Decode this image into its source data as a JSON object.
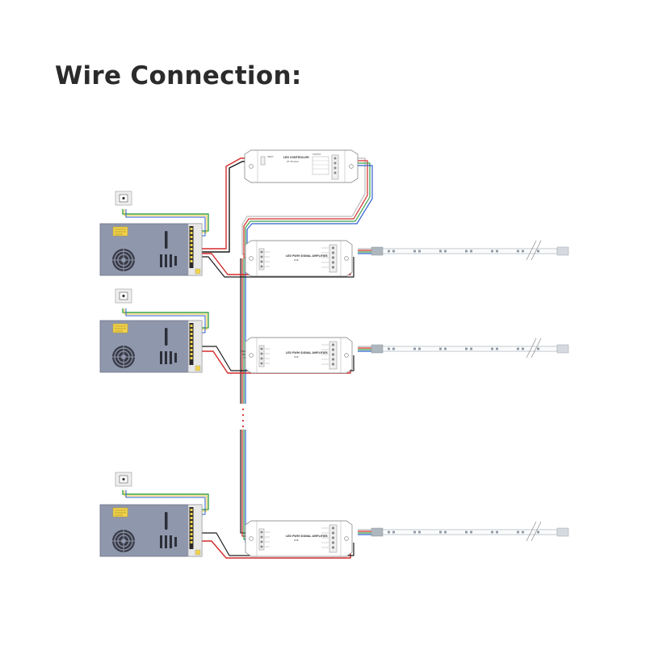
{
  "title": "Wire Connection:",
  "controller": {
    "name": "LED CONTROLLER",
    "subtitle": "RF Wireless",
    "input_label": "INPUT",
    "output_label": "OUTPUT"
  },
  "amplifier": {
    "name": "LED PWM SIGNAL AMPLIFIER",
    "model": "RGB"
  },
  "colors": {
    "psu_body": "#8f97ad",
    "psu_label": "#f2d34a",
    "wire_red": "#d42a2a",
    "wire_black": "#1a1a1a",
    "wire_green": "#3aa14a",
    "wire_blue": "#2f5fd0",
    "wire_yellow": "#e9c93a"
  }
}
